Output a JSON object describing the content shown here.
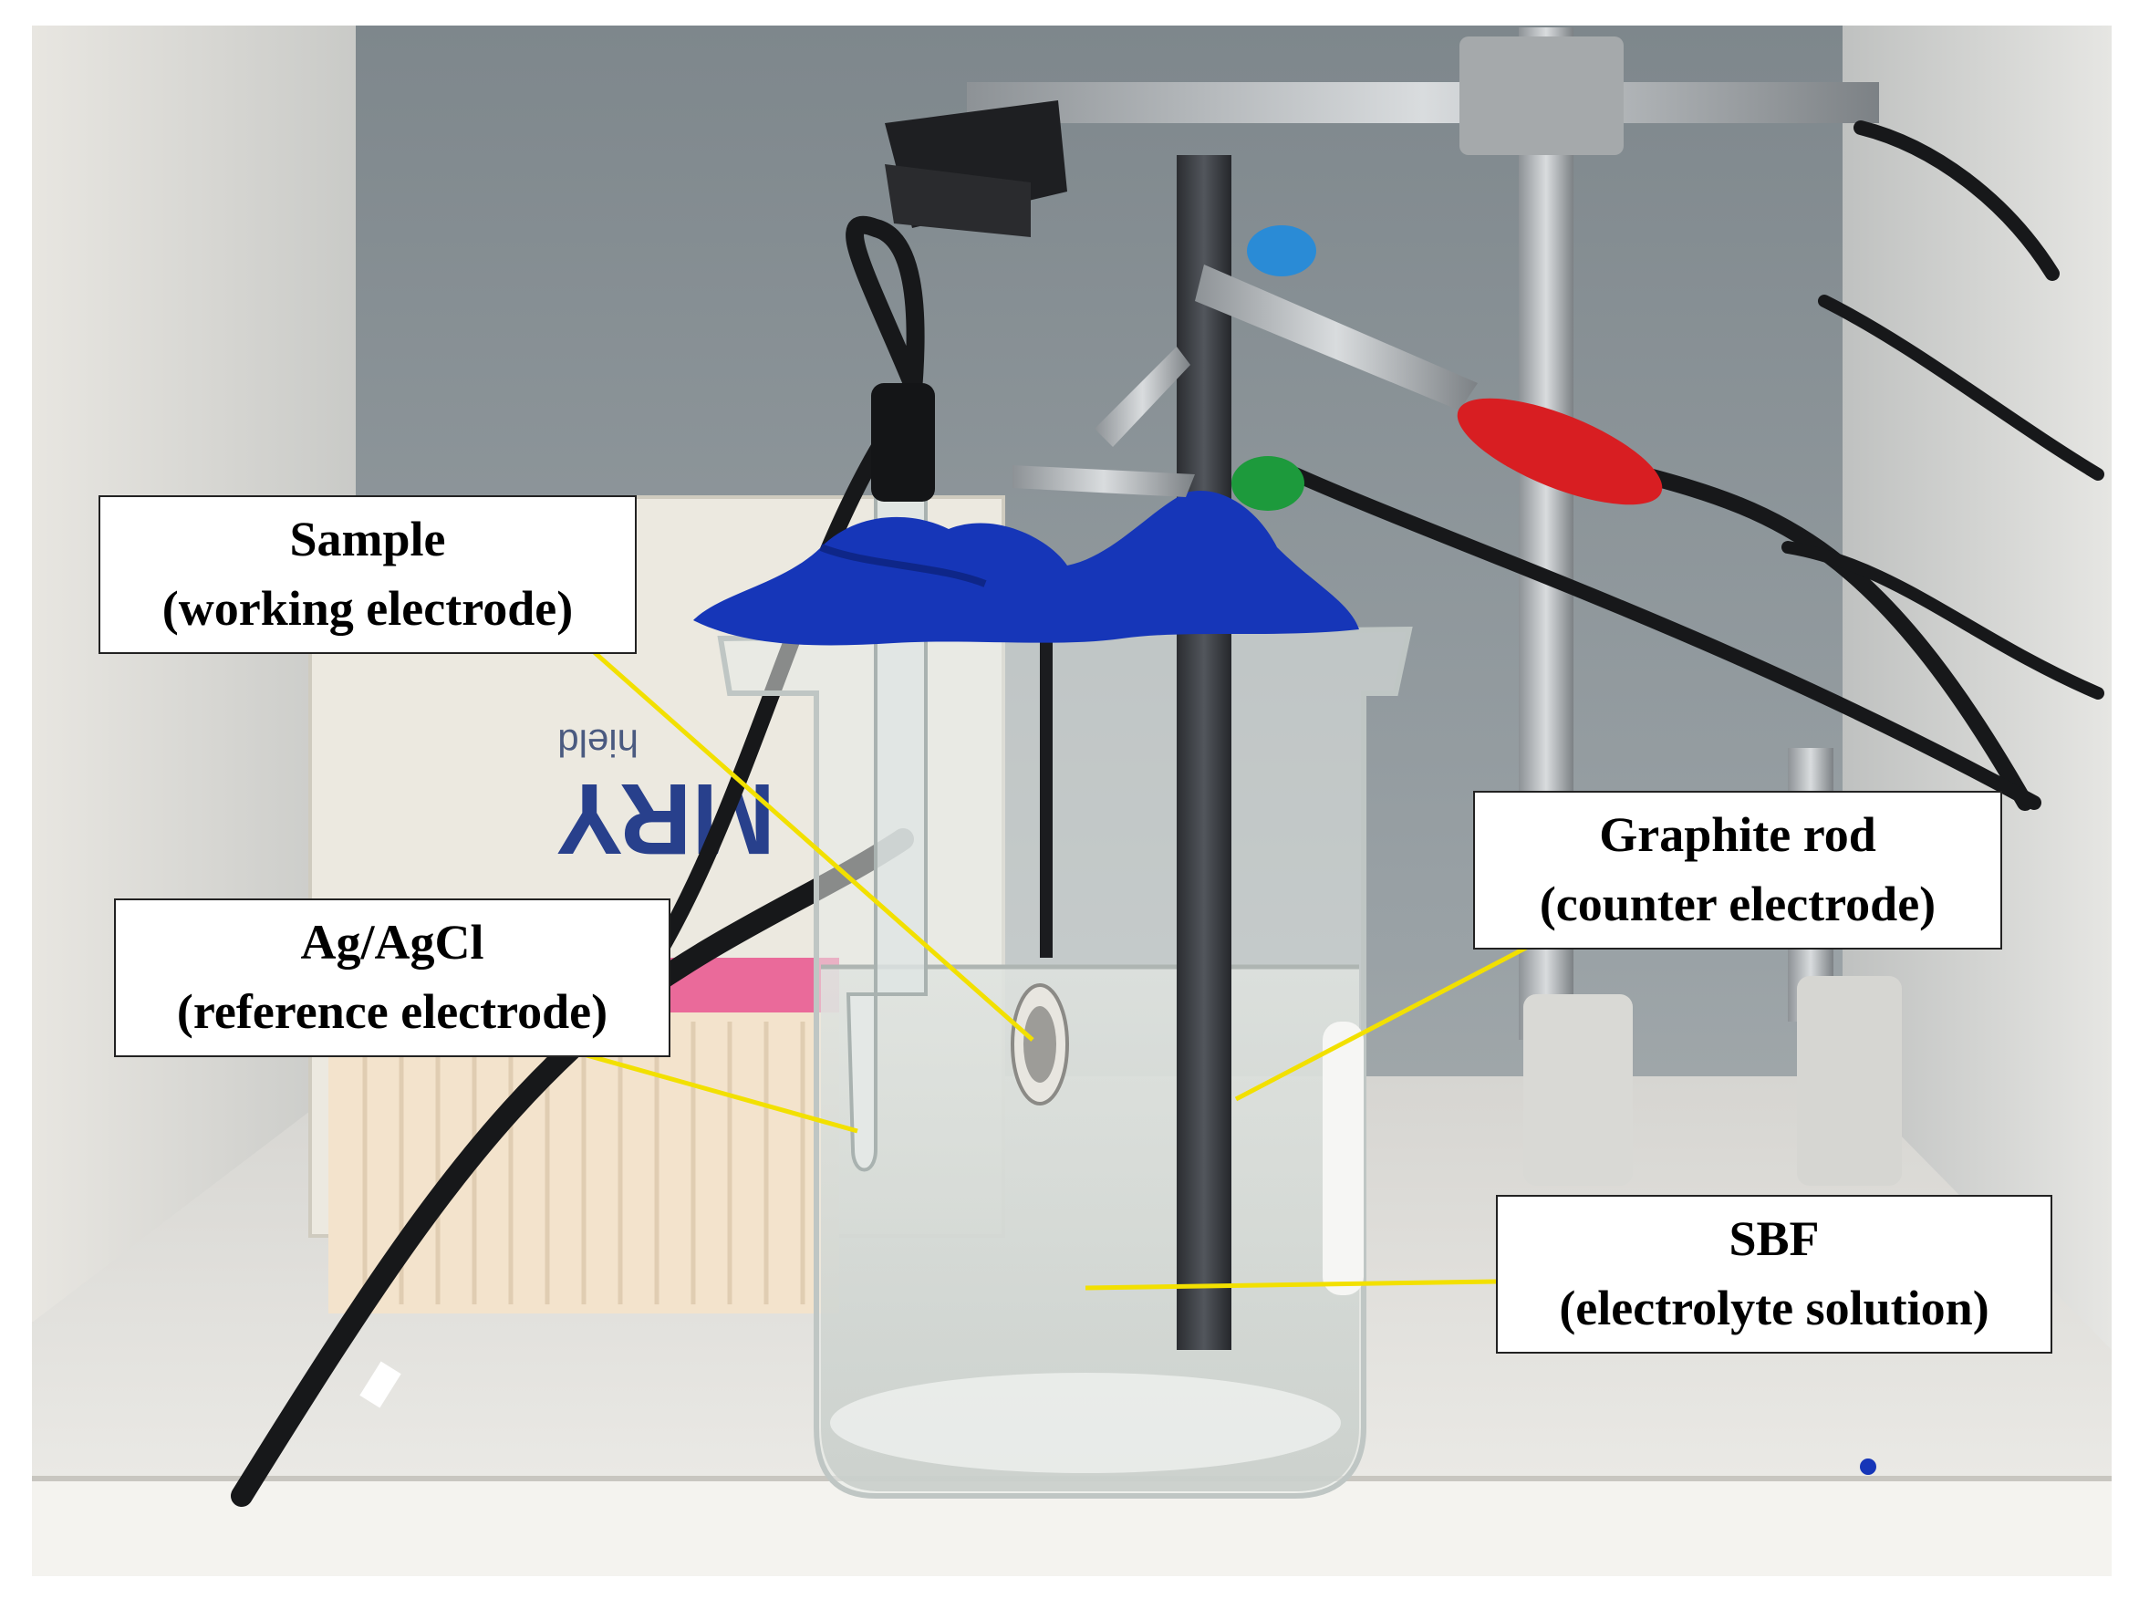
{
  "labels": {
    "sample": {
      "title": "Sample",
      "subtitle": "(working electrode)"
    },
    "reference": {
      "title": "Ag/AgCl",
      "subtitle": "(reference electrode)"
    },
    "graphite": {
      "title": "Graphite rod",
      "subtitle": "(counter electrode)"
    },
    "sbf": {
      "title": "SBF",
      "subtitle": "(electrolyte solution)"
    }
  },
  "colors": {
    "leader_line": "#f2e000",
    "putty": "#1636b8",
    "graphite_rod": "#3a3d42",
    "clip_red": "#d81e22",
    "clip_green": "#1d9a3c",
    "clip_blue": "#2a8bd6",
    "background_wall": "#9aa1a5"
  },
  "box_text": {
    "left_top": "hield",
    "brand": "MRY"
  }
}
